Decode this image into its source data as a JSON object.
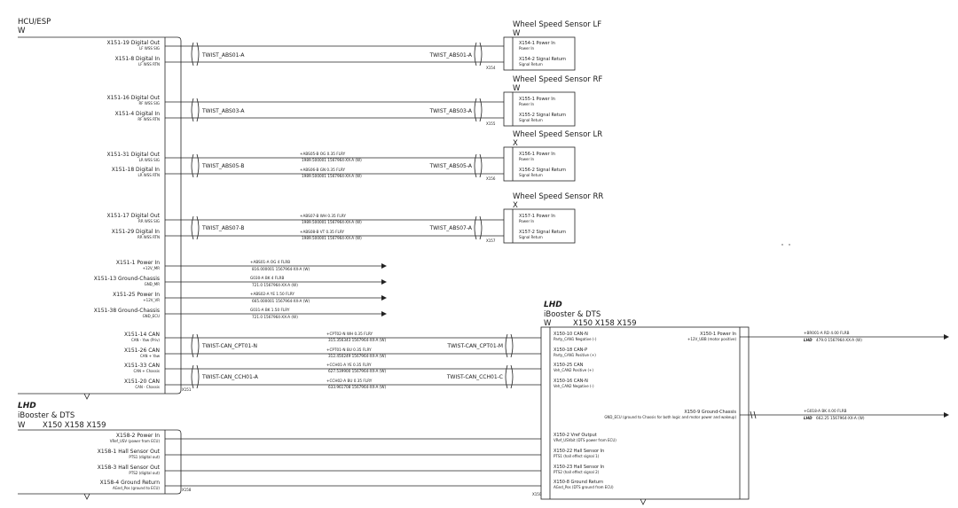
{
  "hcu": {
    "title": "HCU/ESP",
    "sub": "W",
    "pins": [
      {
        "pin": "X151-19 Digital Out",
        "desc": "LF WSS SIG"
      },
      {
        "pin": "X151-8 Digital In",
        "desc": "LF WSS RTN"
      },
      {
        "pin": "X151-16 Digital Out",
        "desc": "RF WSS SIG"
      },
      {
        "pin": "X151-4 Digital In",
        "desc": "RF WSS RTN"
      },
      {
        "pin": "X151-31 Digital Out",
        "desc": "LR WSS SIG"
      },
      {
        "pin": "X151-18 Digital In",
        "desc": "LR WSS RTN"
      },
      {
        "pin": "X151-17 Digital Out",
        "desc": "RR WSS SIG"
      },
      {
        "pin": "X151-29 Digital In",
        "desc": "RR WSS RTN"
      },
      {
        "pin": "X151-1 Power In",
        "desc": "+12V_MR"
      },
      {
        "pin": "X151-13 Ground-Chassis",
        "desc": "GND_MR"
      },
      {
        "pin": "X151-25 Power In",
        "desc": "+12V_VR"
      },
      {
        "pin": "X151-38 Ground-Chassis",
        "desc": "GND_ECU"
      },
      {
        "pin": "X151-14 CAN",
        "desc": "CAN - Yaw (Priv)"
      },
      {
        "pin": "X151-26 CAN",
        "desc": "CAN + Yaw"
      },
      {
        "pin": "X151-33 CAN",
        "desc": "CAN + Chassis"
      },
      {
        "pin": "X151-20 CAN",
        "desc": "CAN - Chassis"
      }
    ],
    "conn": "X151"
  },
  "sensors": [
    {
      "title": "Wheel Speed Sensor LF",
      "sub": "W",
      "conn": "X154",
      "pin1": "X154-1 Power In",
      "d1": "Power In",
      "pin2": "X154-2 Signal Return",
      "d2": "Signal Return"
    },
    {
      "title": "Wheel Speed Sensor RF",
      "sub": "W",
      "conn": "X155",
      "pin1": "X155-1 Power In",
      "d1": "Power In",
      "pin2": "X155-2 Signal Return",
      "d2": "Signal Return"
    },
    {
      "title": "Wheel Speed Sensor LR",
      "sub": "X",
      "conn": "X156",
      "pin1": "X156-1 Power In",
      "d1": "Power In",
      "pin2": "X156-2 Signal Return",
      "d2": "Signal Return"
    },
    {
      "title": "Wheel Speed Sensor RR",
      "sub": "X",
      "conn": "X157",
      "pin1": "X157-1 Power In",
      "d1": "Power In",
      "pin2": "X157-2 Signal Return",
      "d2": "Signal Return"
    }
  ],
  "twists": [
    {
      "left": "TWIST_ABS01-A",
      "right": "TWIST_ABS01-A"
    },
    {
      "left": "TWIST_ABS03-A",
      "right": "TWIST_ABS03-A"
    },
    {
      "left": "TWIST_ABS05-B",
      "right": "TWIST_ABS05-A",
      "w1": "+ABS05-B  OG  0.35  FLRY",
      "w1b": "1989.500001   1567964-XX-A (W)",
      "w2": "+ABS06-B  GN  0.35  FLRY",
      "w2b": "1989.500001   1567964-XX-A (W)"
    },
    {
      "left": "TWIST_ABS07-B",
      "right": "TWIST_ABS07-A",
      "w1": "+ABS07-B  WH  0.35  FLRY",
      "w1b": "1989.500001   1567964-XX-A (W)",
      "w2": "+ABS08-B  VT  0.35  FLRY",
      "w2b": "1989.500001   1567964-XX-A (W)"
    }
  ],
  "power_wires": [
    {
      "a": "+ABS01-A  OG  4  FLRB",
      "b": "816.000001   1567964-XX-A (W)"
    },
    {
      "a": "G030-A  BK  4  FLRB",
      "b": "721.0   1567964-XX-A (W)"
    },
    {
      "a": "+ABS02-A  YE  1.50  FLRY",
      "b": "665.000001   1567964-XX-A (W)"
    },
    {
      "a": "G031-A  BK  1.50  FLRY",
      "b": "721.0   1567964-XX-A (W)"
    }
  ],
  "can": [
    {
      "left": "TWIST-CAN_CPT01-N",
      "right": "TWIST-CAN_CPT01-M",
      "w1": "+CPT02-N  WH  0.35  FLRY",
      "w1b": "315.356343   1567964-XX-A (W)",
      "w2": "+CPT01-N  BU  0.35  FLRY",
      "w2b": "312.450249   1567964-XX-A (W)"
    },
    {
      "left": "TWIST-CAN_CCH01-A",
      "right": "TWIST-CAN_CCH01-C",
      "w1": "+CCH01-A  YE  0.35  FLRY",
      "w1b": "627.539900   1567964-XX-A (W)",
      "w2": "+CCH02-A  BU  0.35  FLRY",
      "w2b": "633.961708   1567964-XX-A (W)"
    }
  ],
  "ib_left": {
    "tag": "LHD",
    "title": "iBooster & DTS",
    "sub": "W",
    "conns": "X150   X158   X159",
    "conn": "X158",
    "pins": [
      {
        "pin": "X158-2 Power In",
        "desc": "VRef_USV (power from ECU)"
      },
      {
        "pin": "X158-1 Hall Sensor Out",
        "desc": "PTS1 (digital out)"
      },
      {
        "pin": "X158-3 Hall Sensor Out",
        "desc": "PTS2 (digital out)"
      },
      {
        "pin": "X158-4 Ground Return",
        "desc": "AGnd_Pos (ground to ECU)"
      }
    ]
  },
  "ib_right": {
    "tag": "LHD",
    "title": "iBooster & DTS",
    "sub": "W",
    "conns": "X150   X158   X159",
    "conn": "X150",
    "left_pins": [
      {
        "pin": "X150-10 CAN-N",
        "desc": "Party_CAN1 Negative (-)"
      },
      {
        "pin": "X150-18 CAN-P",
        "desc": "Party_CAN1 Positive (+)"
      },
      {
        "pin": "X150-25 CAN",
        "desc": "Veh_CAN2 Positive (+)"
      },
      {
        "pin": "X150-16 CAN-N",
        "desc": "Veh_CAN2 Negative (-)"
      },
      {
        "pin": "X150-2 Vref Output",
        "desc": "VRef_USVbit (DTS power from ECU)"
      },
      {
        "pin": "X150-22 Hall Sensor In",
        "desc": "PTS1 (hall effect signal 1)"
      },
      {
        "pin": "X150-23 Hall Sensor In",
        "desc": "PTS2 (hall effect signal 2)"
      },
      {
        "pin": "X150-8 Ground Return",
        "desc": "AGnd_Pos (DTS ground from ECU)"
      }
    ],
    "power_pin": "X150-1 Power In",
    "power_desc": "+12V_UBB (motor positive)",
    "gnd_pin": "X150-9 Ground-Chassis",
    "gnd_desc": "GND_ECU (ground to Chassis for both logic and motor power and wakeup)",
    "out1a": "+BR001-A   RD   4.00   FLRB",
    "out1tag": "LHD",
    "out1b": "479.0   1567964-XX-A (W)",
    "out2a": "+G018-A   BK   4.00   FLRB",
    "out2tag": "LHD",
    "out2b": "662.25   1567964-XX-A (W)"
  }
}
